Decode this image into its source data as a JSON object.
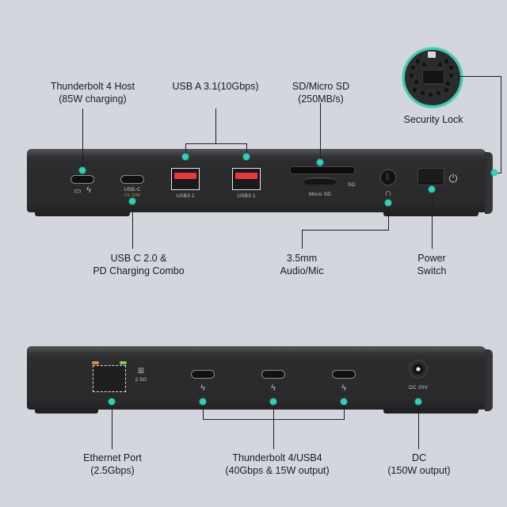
{
  "front_panel": {
    "callouts": {
      "tb4_host": {
        "line1": "Thunderbolt 4 Host",
        "line2": "(85W charging)"
      },
      "usb_a": {
        "line1": "USB A 3.1(10Gbps)"
      },
      "sd": {
        "line1": "SD/Micro SD",
        "line2": "(250MB/s)"
      },
      "security_lock": {
        "line1": "Security Lock"
      },
      "usbc_pd": {
        "line1": "USB C 2.0 &",
        "line2": "PD Charging Combo"
      },
      "audio": {
        "line1": "3.5mm",
        "line2": "Audio/Mic"
      },
      "power": {
        "line1": "Power",
        "line2": "Switch"
      }
    },
    "port_labels": {
      "usbc": "USB-C",
      "usbc_pd": "PD 30W",
      "usba_1": "USB3.1",
      "usba_2": "USB3.1",
      "microsd": "Micro SD",
      "sd": "SD"
    },
    "icons": {
      "laptop": "💻",
      "thunderbolt": "ϟ",
      "headphones": "🎧",
      "power": "⏻",
      "lock": "🔒"
    }
  },
  "back_panel": {
    "callouts": {
      "ethernet": {
        "line1": "Ethernet Port",
        "line2": "(2.5Gbps)"
      },
      "tb4_usb4": {
        "line1": "Thunderbolt 4/USB4",
        "line2": "(40Gbps & 15W output)"
      },
      "dc": {
        "line1": "DC",
        "line2": "(150W output)"
      }
    },
    "port_labels": {
      "ethernet_speed": "2.5G",
      "dc": "DC 20V"
    }
  },
  "colors": {
    "background": "#d3d6dd",
    "device": "#2c2c2e",
    "accent_dot": "#2fd1b9",
    "usb_a_tongue": "#e23a3a",
    "led_orange": "#e38a3a",
    "led_green": "#7fd04a",
    "lines": "#1e1e22"
  }
}
